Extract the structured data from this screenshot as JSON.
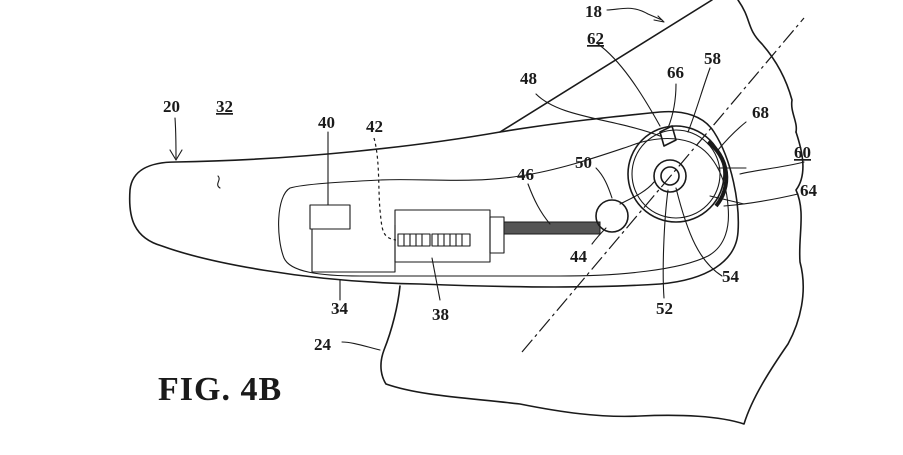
{
  "figure": {
    "caption": "FIG. 4B",
    "labels": {
      "l18": "18",
      "l20": "20",
      "l24": "24",
      "l32": "32",
      "l34": "34",
      "l38": "38",
      "l40": "40",
      "l42": "42",
      "l44": "44",
      "l46": "46",
      "l48": "48",
      "l50": "50",
      "l52": "52",
      "l54": "54",
      "l58": "58",
      "l60": "60",
      "l62": "62",
      "l64": "64",
      "l66": "66",
      "l68": "68"
    }
  }
}
